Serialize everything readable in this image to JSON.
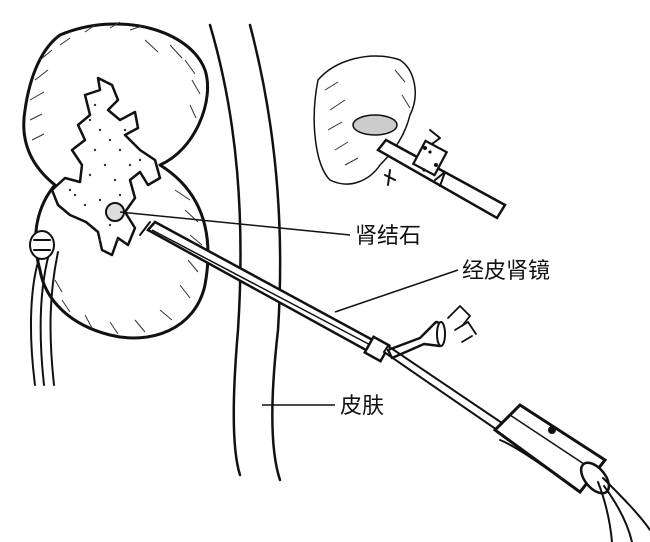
{
  "labels": {
    "kidney_stone": "肾结石",
    "nephroscope": "经皮肾镜",
    "skin": "皮肤"
  }
}
